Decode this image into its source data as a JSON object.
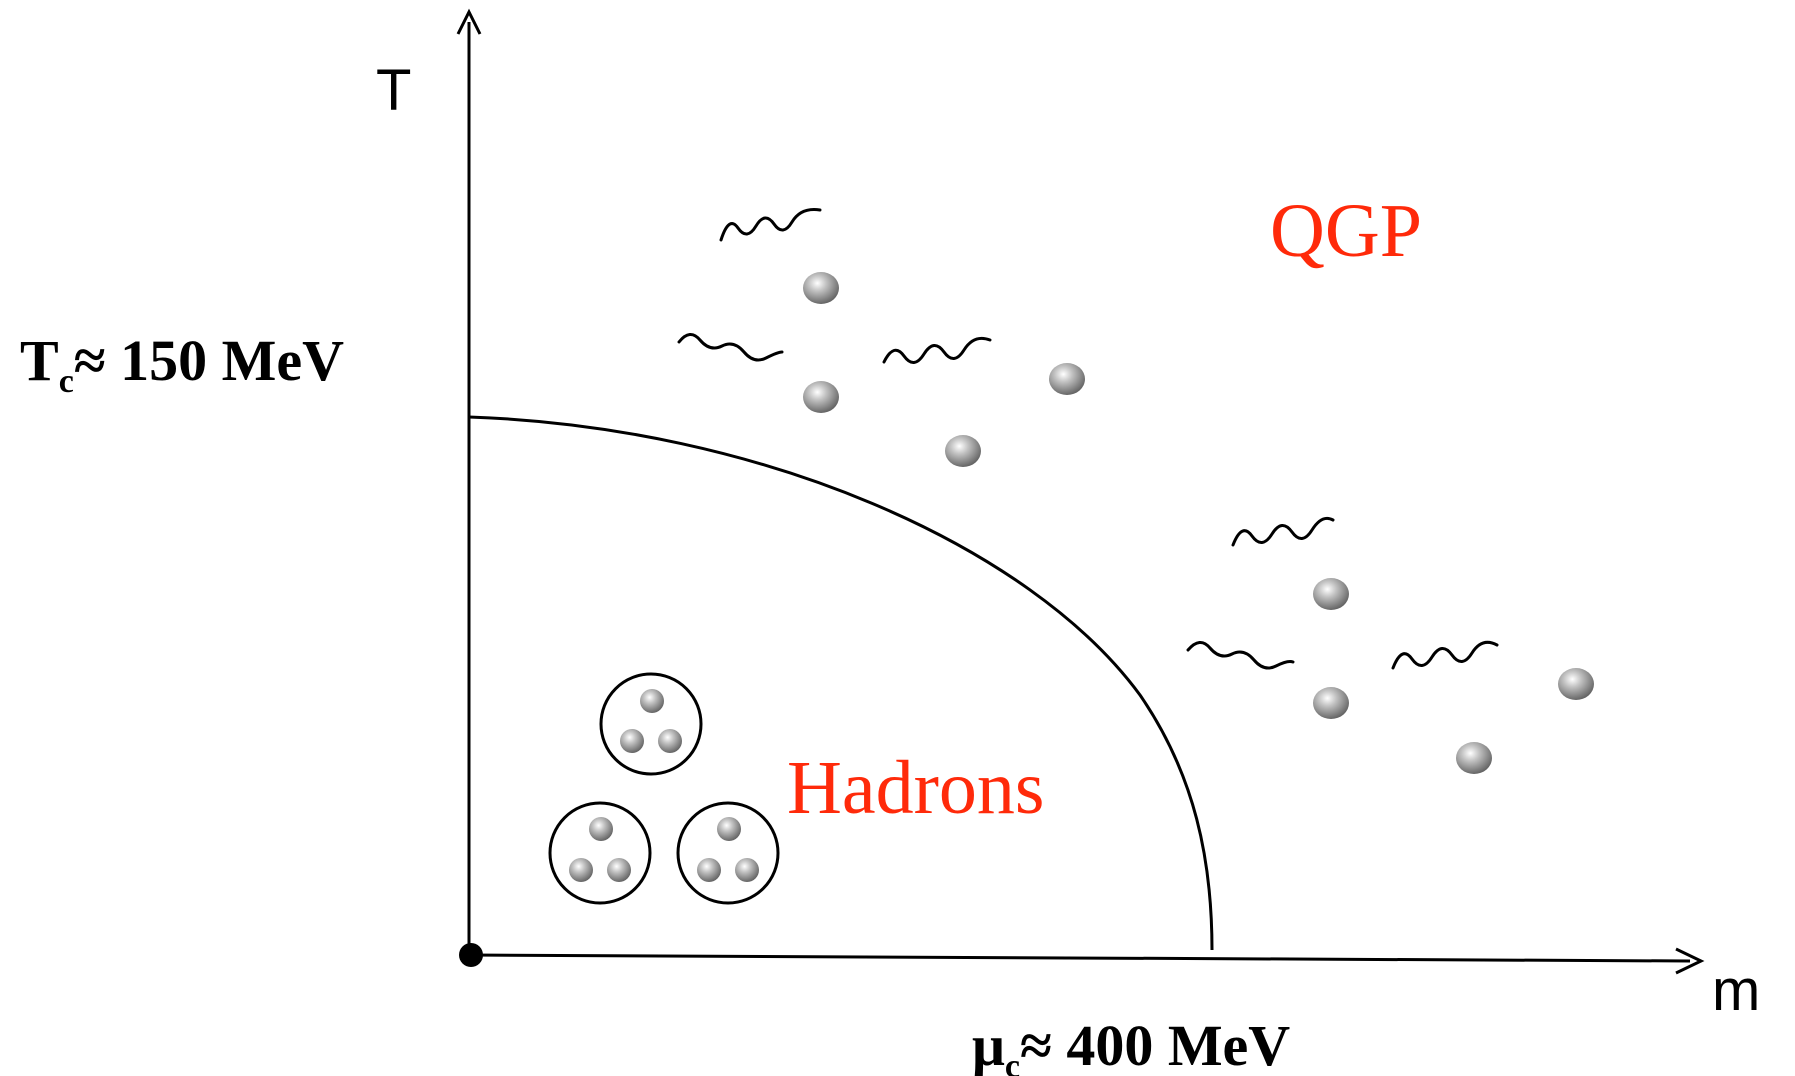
{
  "diagram": {
    "axes": {
      "y_label": "T",
      "x_label": "m"
    },
    "critical_temperature": {
      "symbol": "T",
      "subscript": "c",
      "value": "≈ 150 MeV"
    },
    "critical_potential": {
      "symbol": "μ",
      "subscript": "c",
      "value": "≈ 400 MeV"
    },
    "phases": {
      "upper": "QGP",
      "lower": "Hadrons"
    },
    "colors": {
      "phase_label": "#ff2a0a",
      "lines": "#000000",
      "particle": "#8c8c8c"
    },
    "glyphs": {
      "quark": "quark-sphere-icon",
      "gluon": "gluon-wavy-line-icon",
      "hadron": "hadron-circle-icon"
    }
  }
}
